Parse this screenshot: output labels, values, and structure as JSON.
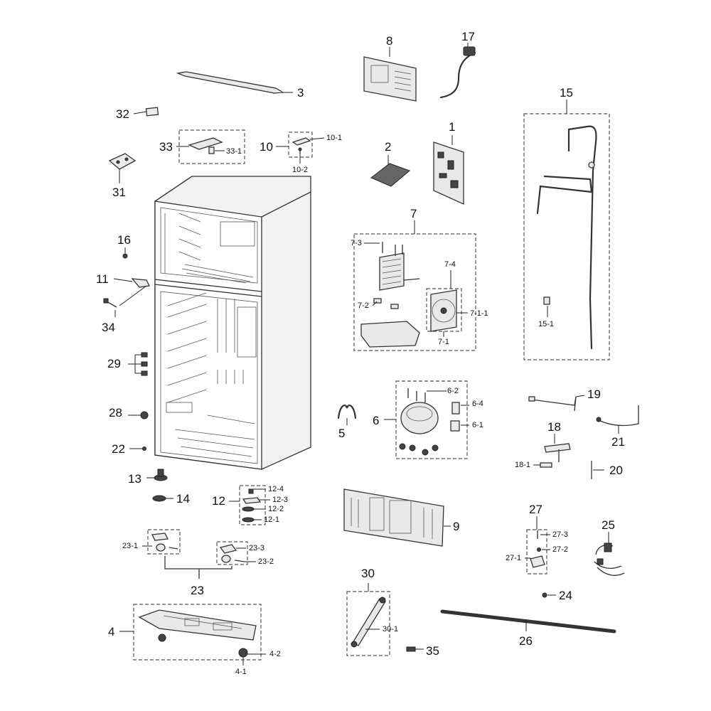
{
  "callouts": {
    "c1": "1",
    "c2": "2",
    "c3": "3",
    "c4": "4",
    "c4_1": "4-1",
    "c4_2": "4-2",
    "c5": "5",
    "c6": "6",
    "c6_1": "6-1",
    "c6_2": "6-2",
    "c6_4": "6-4",
    "c7": "7",
    "c7_1": "7-1",
    "c7_1_1": "7-1-1",
    "c7_2": "7-2",
    "c7_3": "7-3",
    "c7_4": "7-4",
    "c8": "8",
    "c9": "9",
    "c10": "10",
    "c10_1": "10-1",
    "c10_2": "10-2",
    "c11": "11",
    "c12": "12",
    "c12_1": "12-1",
    "c12_2": "12-2",
    "c12_3": "12-3",
    "c12_4": "12-4",
    "c13": "13",
    "c14": "14",
    "c15": "15",
    "c15_1": "15-1",
    "c16": "16",
    "c17": "17",
    "c18": "18",
    "c18_1": "18-1",
    "c19": "19",
    "c20": "20",
    "c21": "21",
    "c22": "22",
    "c23": "23",
    "c23_1": "23-1",
    "c23_2": "23-2",
    "c23_3": "23-3",
    "c24": "24",
    "c25": "25",
    "c26": "26",
    "c27": "27",
    "c27_1": "27-1",
    "c27_2": "27-2",
    "c27_3": "27-3",
    "c28": "28",
    "c29": "29",
    "c30": "30",
    "c30_1": "30-1",
    "c31": "31",
    "c32": "32",
    "c33": "33",
    "c33_1": "33-1",
    "c34": "34",
    "c35": "35"
  }
}
